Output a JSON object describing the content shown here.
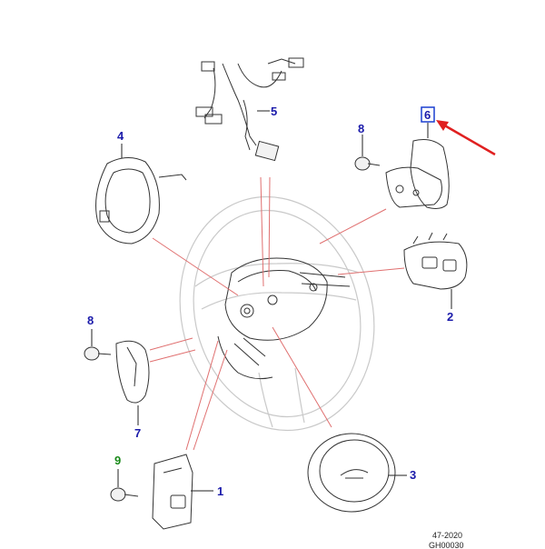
{
  "callouts": [
    {
      "id": "c1",
      "label": "1",
      "color": "#1a1aaa"
    },
    {
      "id": "c2",
      "label": "2",
      "color": "#1a1aaa"
    },
    {
      "id": "c3",
      "label": "3",
      "color": "#1a1aaa"
    },
    {
      "id": "c4",
      "label": "4",
      "color": "#1a1aaa"
    },
    {
      "id": "c5",
      "label": "5",
      "color": "#1a1aaa"
    },
    {
      "id": "c6",
      "label": "6",
      "color": "#1a1aaa"
    },
    {
      "id": "c7",
      "label": "7",
      "color": "#1a1aaa"
    },
    {
      "id": "c8a",
      "label": "8",
      "color": "#1a1aaa"
    },
    {
      "id": "c8b",
      "label": "8",
      "color": "#1a1aaa"
    },
    {
      "id": "c9",
      "label": "9",
      "color": "#1a8a1a"
    }
  ],
  "highlight": {
    "label": "6",
    "box_color": "#1a3fd0",
    "arrow_color": "#e02020"
  },
  "footer": {
    "date": "47-2020",
    "code": "GH00030"
  },
  "colors": {
    "leader": "#e07070",
    "line": "#333333"
  }
}
